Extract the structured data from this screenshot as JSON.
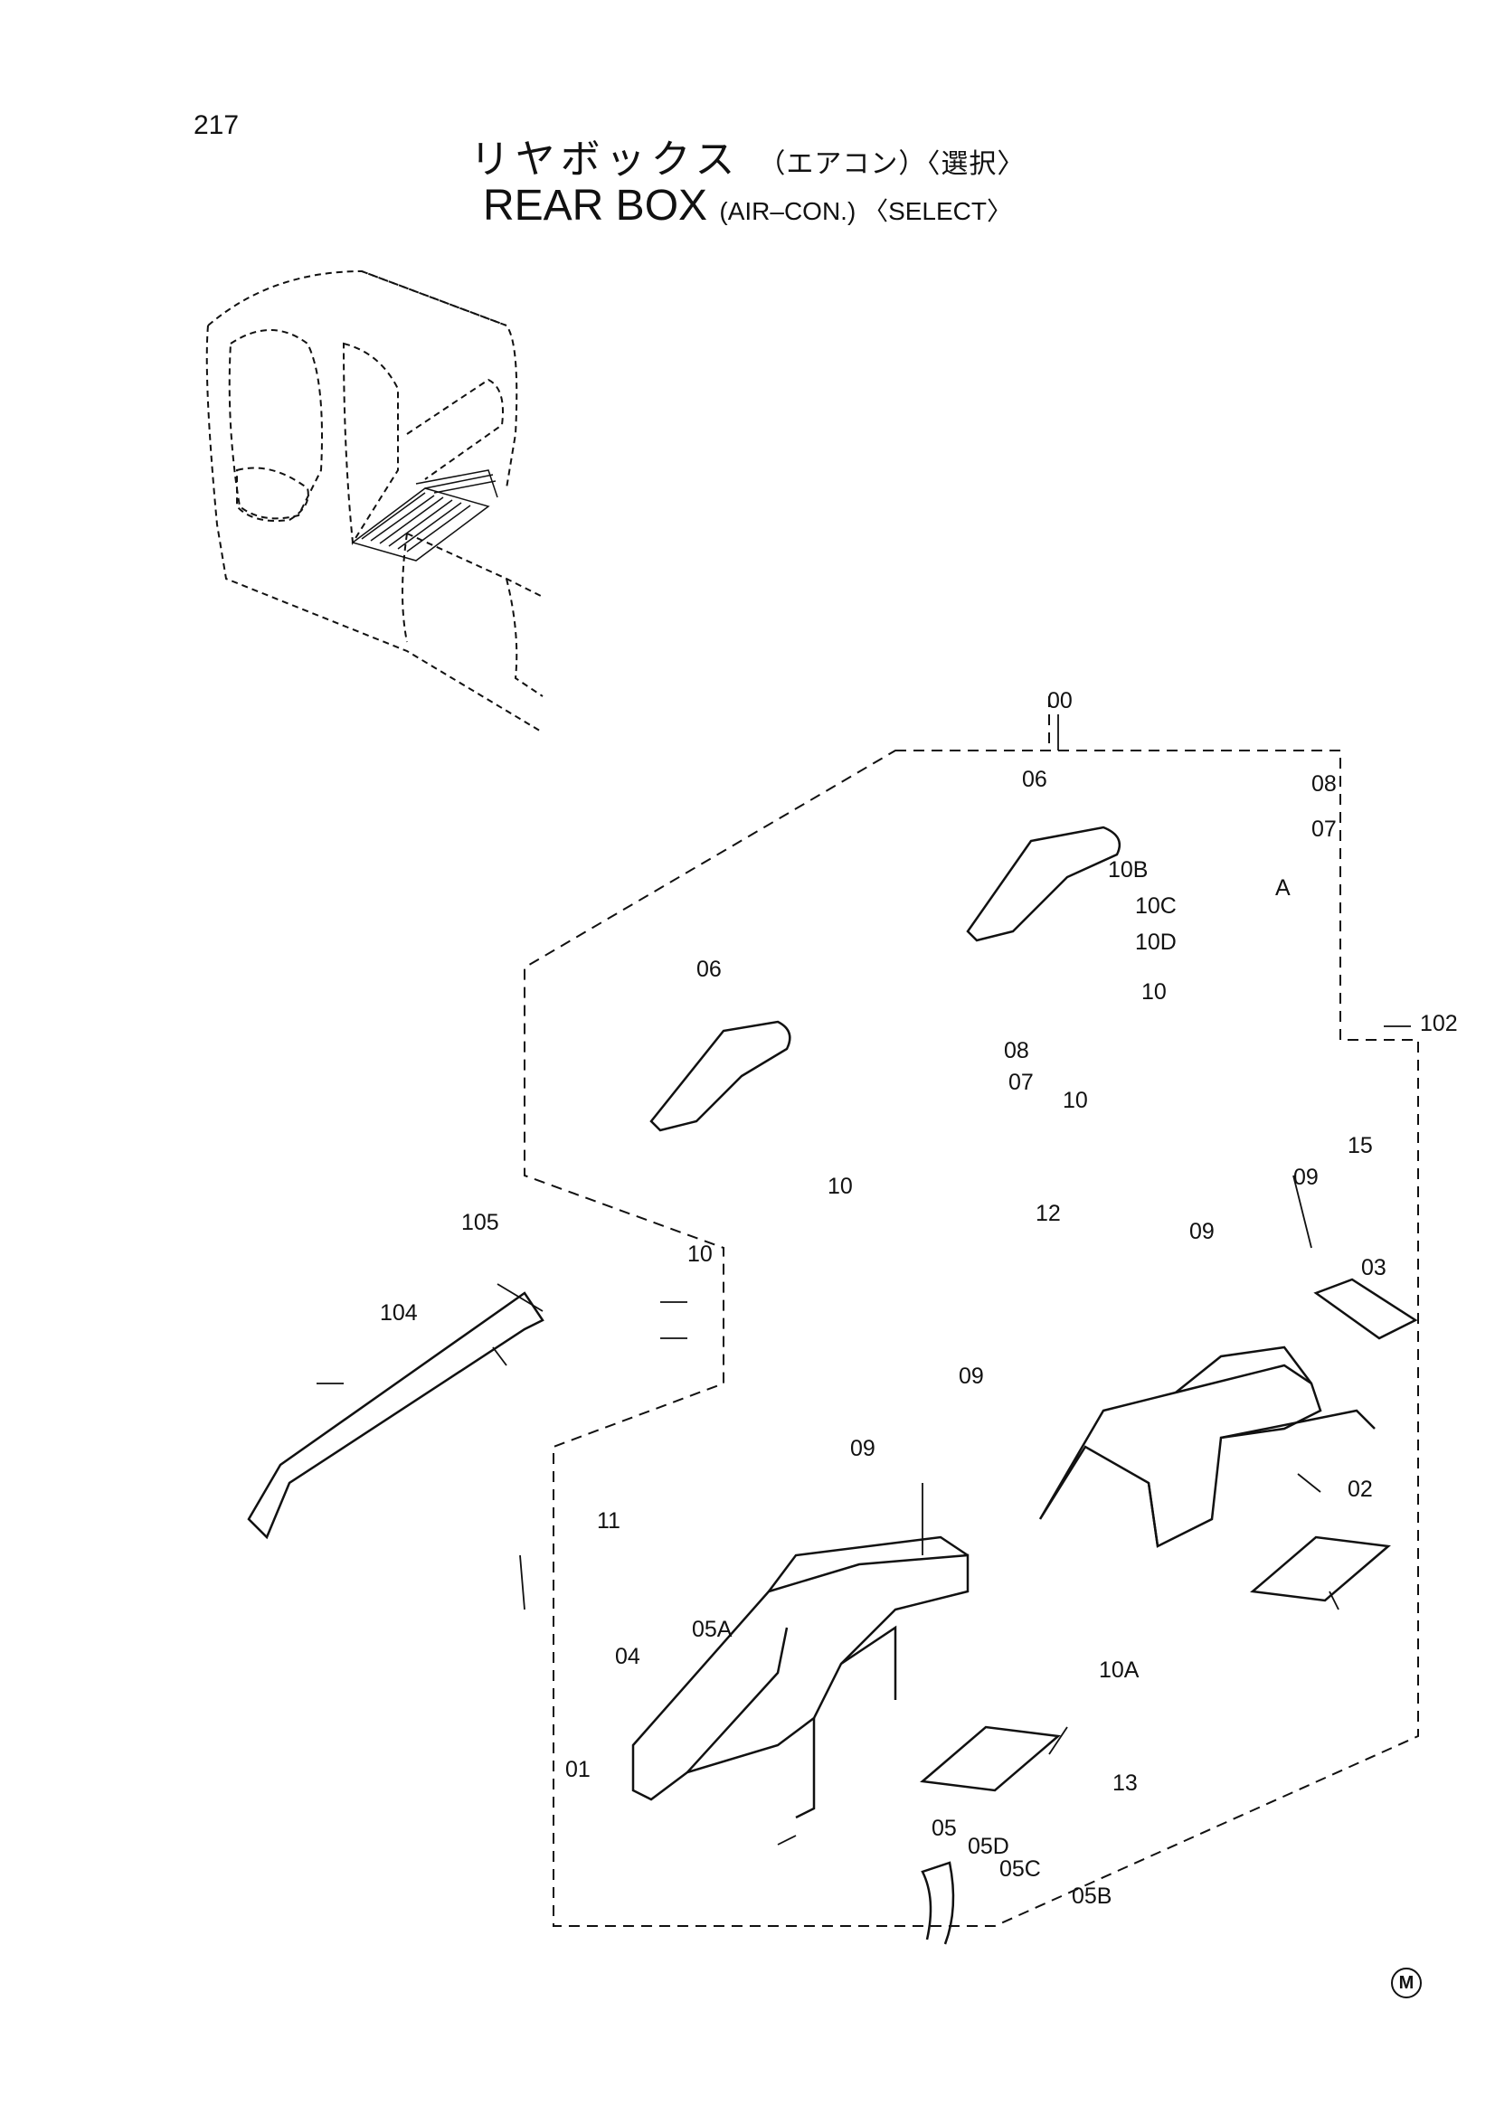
{
  "page_number": "217",
  "title_jp": "リヤボックス",
  "title_jp_sub": "（エアコン）〈選択〉",
  "title_en": "REAR BOX",
  "title_en_sub": "(AIR–CON.) 〈SELECT〉",
  "corner_mark": "M",
  "labels": {
    "l_00": "00",
    "l_01": "01",
    "l_02": "02",
    "l_03": "03",
    "l_04": "04",
    "l_05": "05",
    "l_05A": "05A",
    "l_05B": "05B",
    "l_05C": "05C",
    "l_05D": "05D",
    "l_06a": "06",
    "l_06b": "06",
    "l_07a": "07",
    "l_07b": "07",
    "l_08a": "08",
    "l_08b": "08",
    "l_09a": "09",
    "l_09b": "09",
    "l_09c": "09",
    "l_09d": "09",
    "l_10a": "10",
    "l_10b": "10",
    "l_10c": "10",
    "l_10d": "10",
    "l_10A": "10A",
    "l_10B": "10B",
    "l_10C": "10C",
    "l_10D": "10D",
    "l_11": "11",
    "l_12": "12",
    "l_13": "13",
    "l_15": "15",
    "l_102": "102",
    "l_104": "104",
    "l_105": "105",
    "l_A": "A"
  }
}
